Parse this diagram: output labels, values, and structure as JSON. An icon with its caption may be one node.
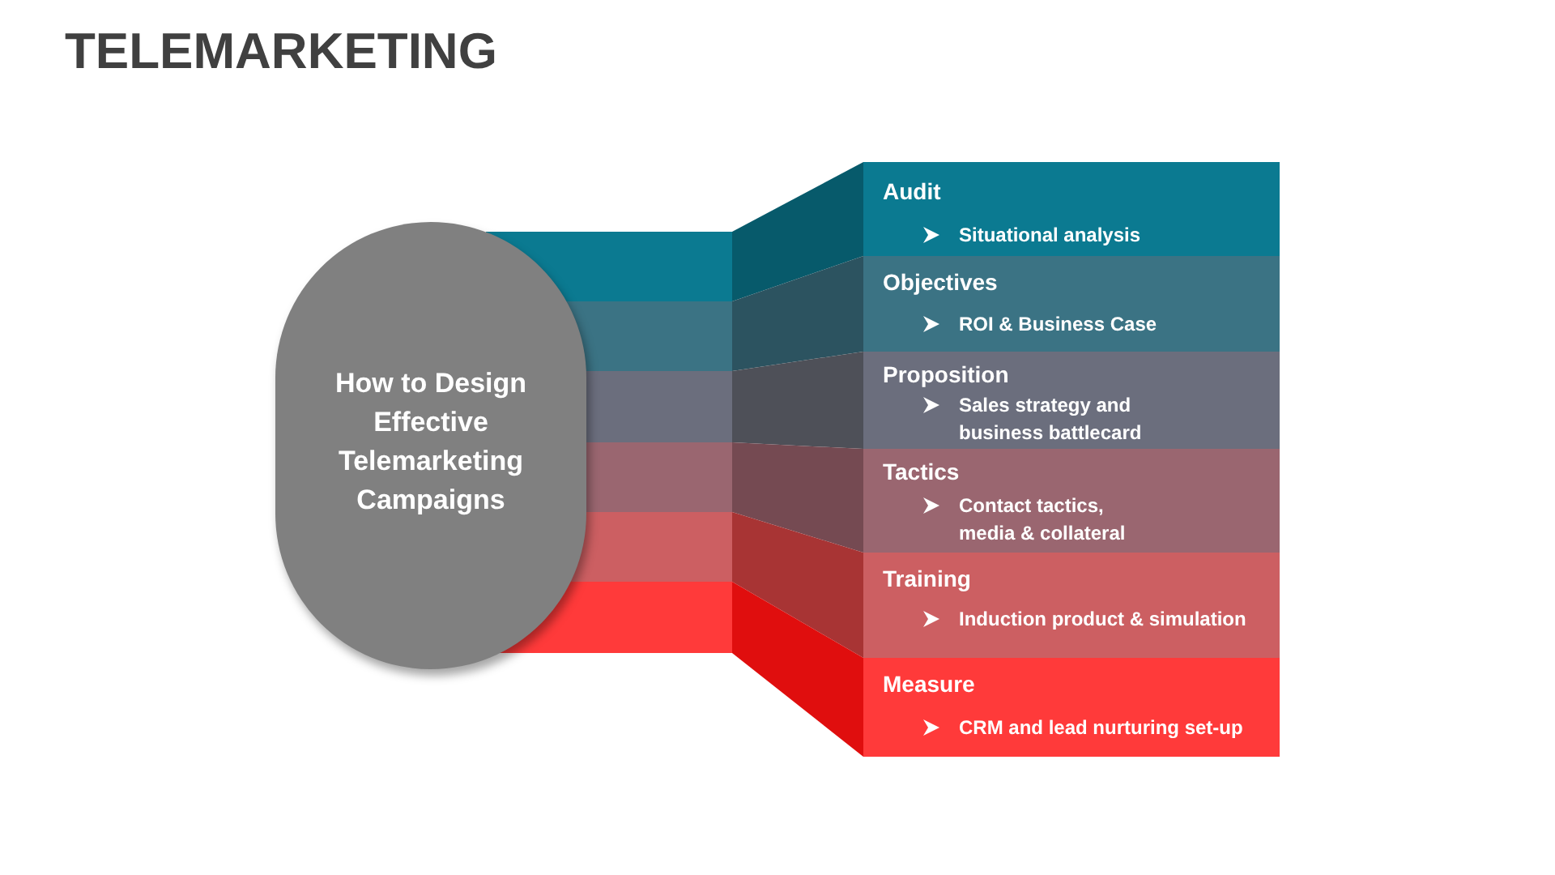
{
  "diagram": {
    "title": "TELEMARKETING",
    "nodes": [
      {
        "text": [
          "How to Design Effective Telemarketing Campaigns"
        ]
      },
      {
        "text": [
          "Audit",
          "Situational analysis"
        ]
      },
      {
        "text": [
          "Objectives",
          "ROI & Business Case"
        ]
      },
      {
        "text": [
          "Proposition",
          "Sales strategy and business battlecard"
        ]
      },
      {
        "text": [
          "Tactics",
          "Contact tactics, media & collateral"
        ]
      },
      {
        "text": [
          "Training",
          "Induction product & simulation"
        ]
      },
      {
        "text": [
          "Measure",
          "CRM and lead nurturing set-up"
        ]
      }
    ]
  }
}
